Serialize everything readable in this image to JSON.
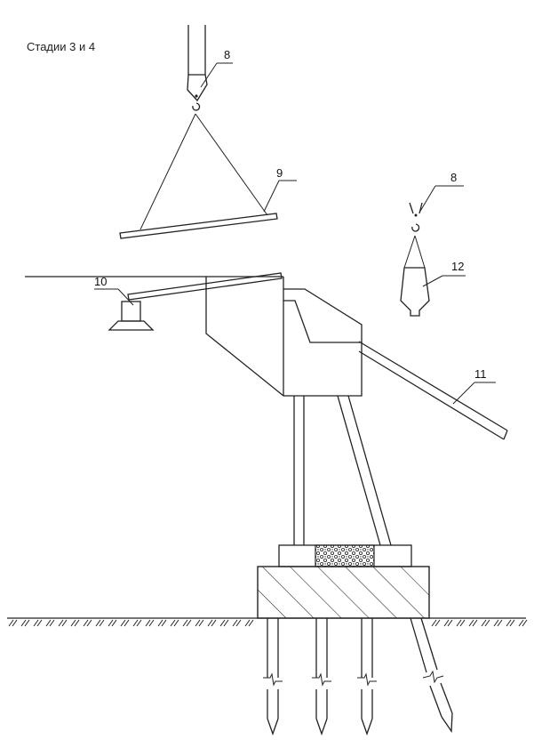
{
  "title": "Стадии 3 и 4",
  "labels": {
    "hook_left": "8",
    "beam": "9",
    "bucket_small": "10",
    "chute": "11",
    "hook_right": "8",
    "concrete_bucket": "12"
  }
}
